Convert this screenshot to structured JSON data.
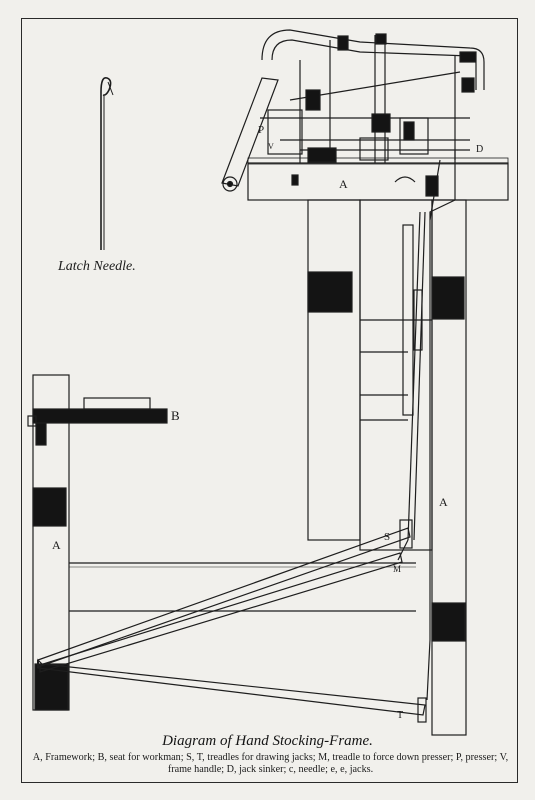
{
  "needle_caption": "Latch Needle.",
  "title": "Diagram of Hand Stocking-Frame.",
  "legend": "A, Framework; B, seat for workman; S, T, treadles for drawing jacks; M, treadle to force down presser; P, presser; V, frame handle; D, jack sinker; c, needle; e, e, jacks.",
  "labels": {
    "framework_top": "A",
    "framework_left": "A",
    "framework_right": "A",
    "seat": "B",
    "treadle_s": "S",
    "treadle_m": "M",
    "treadle_t": "T",
    "presser": "P",
    "frame_handle": "V",
    "jack_sinker": "D"
  }
}
